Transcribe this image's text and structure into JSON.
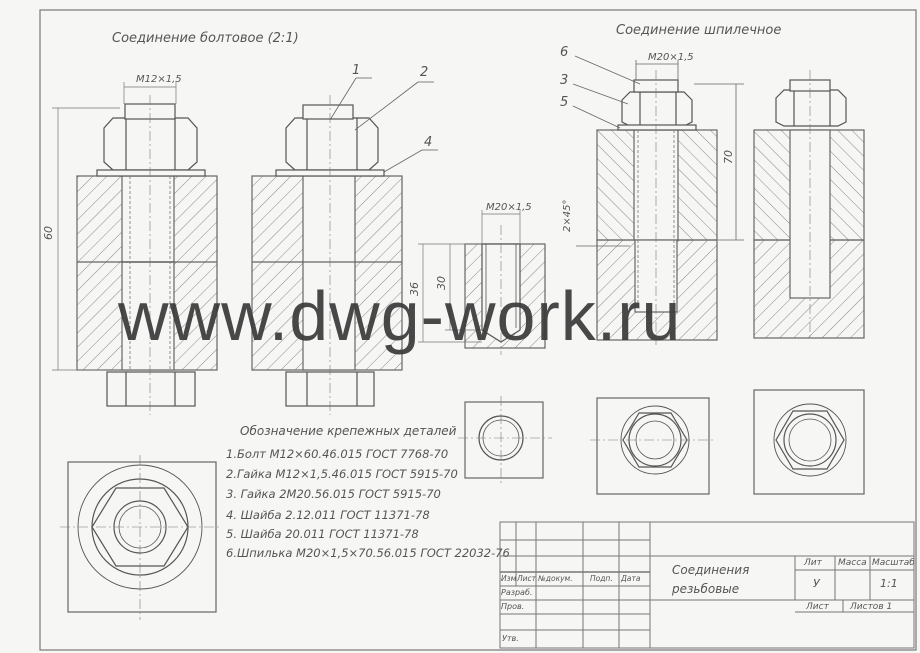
{
  "titles": {
    "bolted": "Соединение болтовое (2:1)",
    "stud": "Соединение шпилечное"
  },
  "dimensions": {
    "bolt_thread": "M12×1,5",
    "hole_thread": "M20×1,5",
    "stud_thread": "M20×1,5",
    "bolt_length": "60",
    "hole_depth_36": "36",
    "hole_depth_30": "30",
    "chamfer": "2×45°",
    "stud_length": "70"
  },
  "callouts": [
    "1",
    "2",
    "4",
    "6",
    "3",
    "5"
  ],
  "legend": {
    "title": "Обозначение крепежных деталей",
    "items": [
      "1.Болт М12×60.46.015  ГОСТ 7768-70",
      "2.Гайка М12×1,5.46.015  ГОСТ 5915-70",
      "3. Гайка 2М20.56.015  ГОСТ 5915-70",
      "4. Шайба 2.12.011  ГОСТ 11371-78",
      "5. Шайба 20.011  ГОСТ 11371-78",
      "6.Шпилька М20×1,5×70.56.015 ГОСТ 22032-76"
    ]
  },
  "watermark": "www.dwg-work.ru",
  "title_block": {
    "col_izm": "Изм",
    "col_list": "Лист",
    "col_dokum": "№докум.",
    "col_podp": "Подп.",
    "col_data": "Дата",
    "razrab": "Разраб.",
    "prov": "Пров.",
    "utv": "Утв.",
    "doc_name_1": "Соединения",
    "doc_name_2": "резьбовые",
    "lit_label": "Лит",
    "massa_label": "Масса",
    "masshtab_label": "Масштаб",
    "lit_value": "У",
    "masshtab_value": "1:1",
    "list_label": "Лист",
    "listov_label": "Листов 1"
  }
}
